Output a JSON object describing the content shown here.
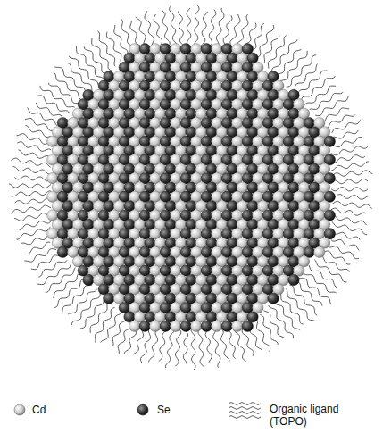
{
  "diagram": {
    "legend": [
      {
        "text": "Cd"
      },
      {
        "text": "Se"
      },
      {
        "text": "Organic ligand (TOPO)"
      }
    ]
  }
}
